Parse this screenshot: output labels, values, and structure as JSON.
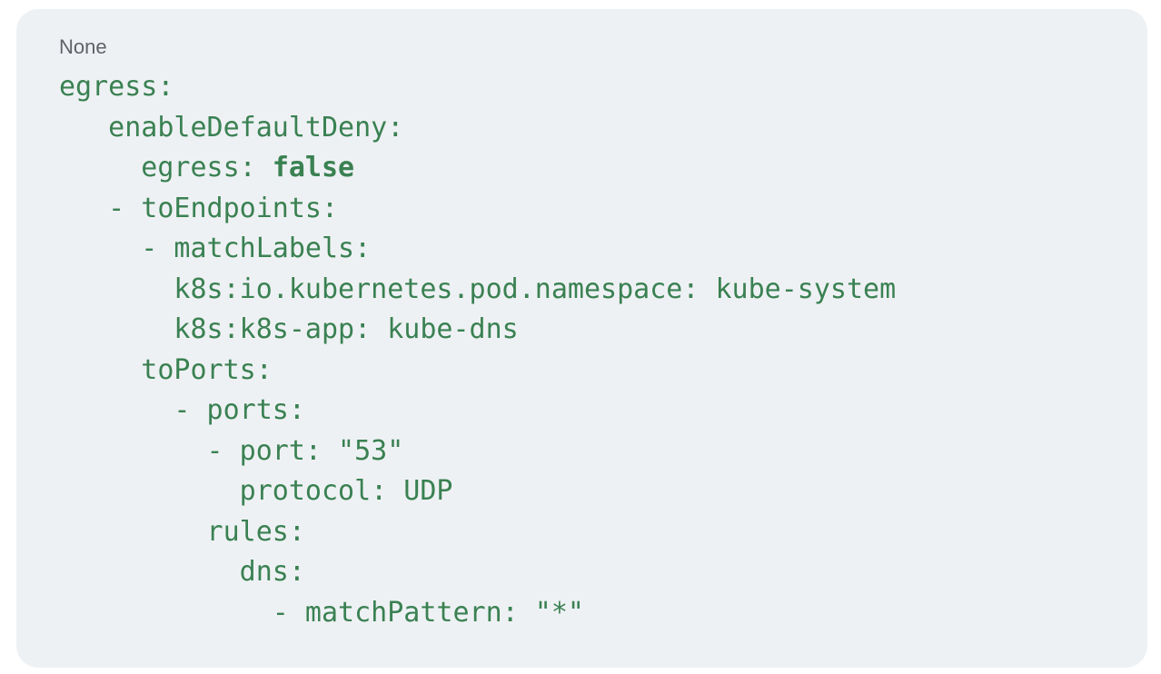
{
  "card": {
    "caption": "None",
    "code": {
      "language": "yaml",
      "lines": [
        {
          "text": "egress:"
        },
        {
          "text": "   enableDefaultDeny:"
        },
        {
          "text": "     egress: ",
          "bold": "false"
        },
        {
          "text": "   - toEndpoints:"
        },
        {
          "text": "     - matchLabels:"
        },
        {
          "text": "       k8s:io.kubernetes.pod.namespace: kube-system"
        },
        {
          "text": "       k8s:k8s-app: kube-dns"
        },
        {
          "text": "     toPorts:"
        },
        {
          "text": "       - ports:"
        },
        {
          "text": "         - port: \"53\""
        },
        {
          "text": "           protocol: UDP"
        },
        {
          "text": "         rules:"
        },
        {
          "text": "           dns:"
        },
        {
          "text": "             - matchPattern: \"*\""
        }
      ]
    }
  },
  "colors": {
    "page_background": "#ffffff",
    "card_background": "#eef1f4",
    "code_green": "#3a8152",
    "caption_gray": "#5f6368"
  }
}
